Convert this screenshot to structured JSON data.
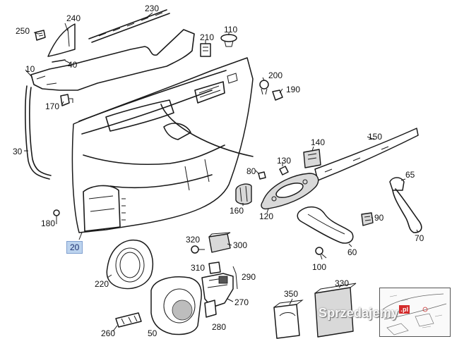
{
  "labels": {
    "p230": "230",
    "p240": "240",
    "p250": "250",
    "p210": "210",
    "p110": "110",
    "p40": "40",
    "p10": "10",
    "p200": "200",
    "p190": "190",
    "p170": "170",
    "p30": "30",
    "p150": "150",
    "p140": "140",
    "p130": "130",
    "p80": "80",
    "p65": "65",
    "p160": "160",
    "p120": "120",
    "p180": "180",
    "p90": "90",
    "p20": "20",
    "p70": "70",
    "p320": "320",
    "p300": "300",
    "p60": "60",
    "p100": "100",
    "p310": "310",
    "p290": "290",
    "p220": "220",
    "p270": "270",
    "p350": "350",
    "p330": "330",
    "p260": "260",
    "p50": "50",
    "p280": "280"
  },
  "highlighted_label": "p20",
  "watermark": {
    "brand": "Sprzedajemy",
    "tld": ".pl"
  }
}
